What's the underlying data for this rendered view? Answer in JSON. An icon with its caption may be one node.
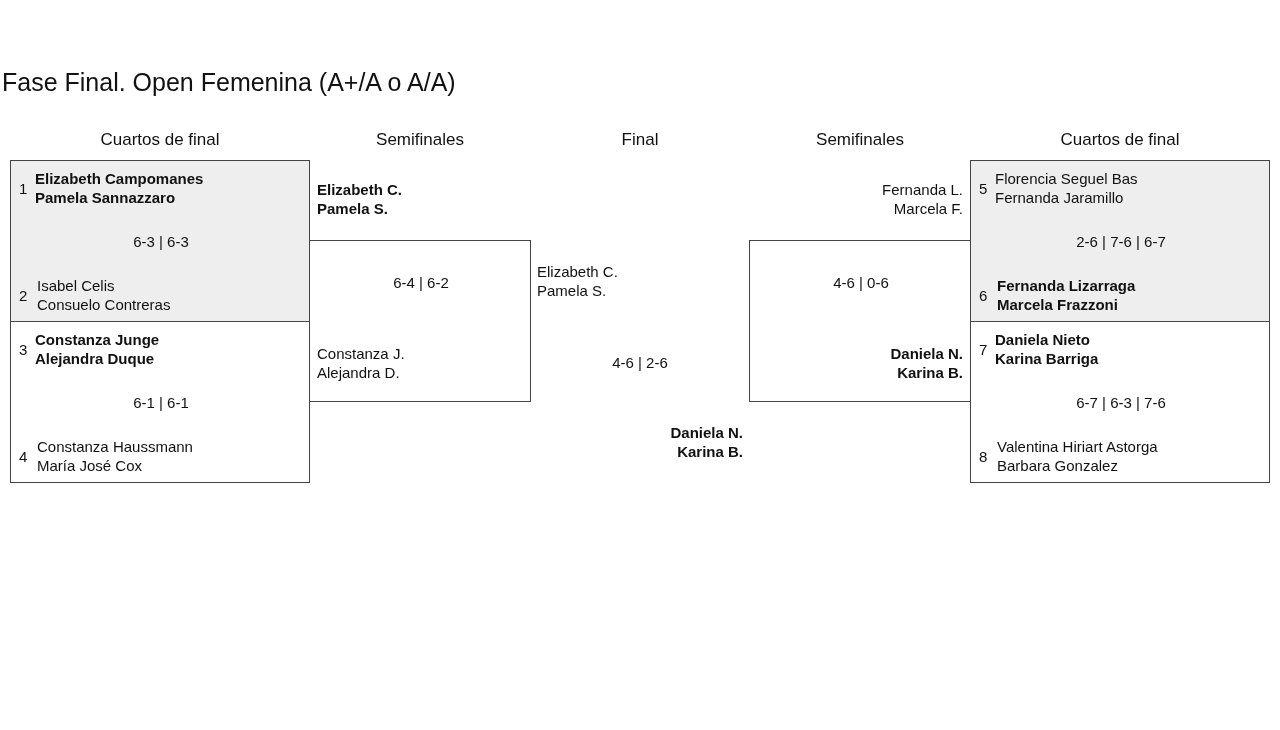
{
  "diagram": {
    "title": "Fase Final. Open Femenina (A+/A o A/A)",
    "nodes": [
      {
        "text": [
          "1",
          "Elizabeth Campomanes Pamela Sannazzaro",
          "6-3 | 6-3",
          "2",
          "Isabel Celis Consuelo Contreras"
        ]
      },
      {
        "text": [
          "3",
          "Constanza Junge Alejandra Duque",
          "6-1 | 6-1",
          "4",
          "Constanza Haussmann María José Cox"
        ]
      },
      {
        "text": [
          "6-4 | 6-2",
          "Constanza J. Alejandra D."
        ]
      },
      {
        "text": [
          "4-6 | 0-6",
          "Daniela N. Karina B."
        ]
      },
      {
        "text": [
          "5",
          "Florencia Seguel Bas Fernanda Jaramillo",
          "2-6 | 7-6 | 6-7",
          "6",
          "Fernanda Lizarraga Marcela Frazzoni"
        ]
      },
      {
        "text": [
          "7",
          "Daniela Nieto Karina Barriga",
          "6-7 | 6-3 | 7-6",
          "8",
          "Valentina Hiriart Astorga Barbara Gonzalez"
        ]
      }
    ],
    "labels": [
      "Cuartos de final",
      "Semifinales",
      "Final",
      "Semifinales",
      "Cuartos de final",
      "Elizabeth C. Pamela S.",
      "Fernanda L. Marcela F.",
      "Elizabeth C. Pamela S.",
      "4-6 | 2-6",
      "Daniela N. Karina B."
    ]
  }
}
